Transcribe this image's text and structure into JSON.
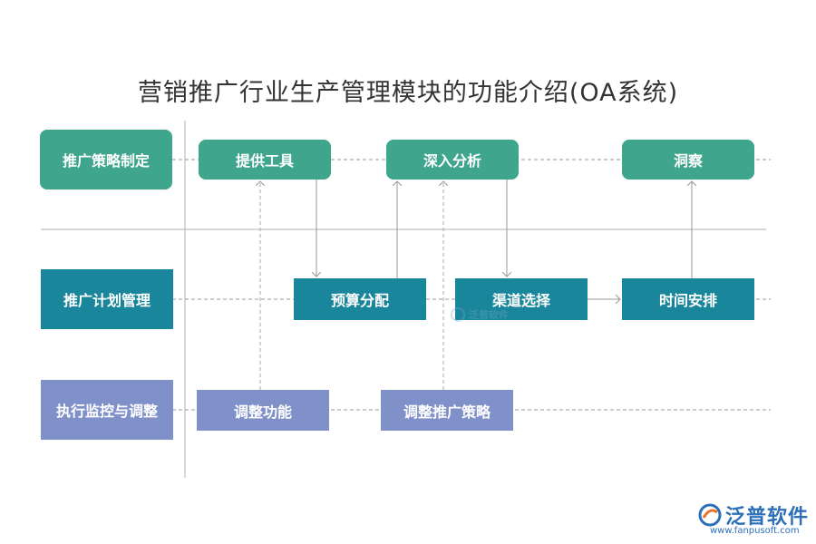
{
  "title": "营销推广行业生产管理模块的功能介绍(OA系统)",
  "rows": {
    "strategy": "推广策略制定",
    "plan": "推广计划管理",
    "monitor": "执行监控与调整"
  },
  "nodes": {
    "tools": "提供工具",
    "analysis": "深入分析",
    "insight": "洞察",
    "budget": "预算分配",
    "channel": "渠道选择",
    "schedule": "时间安排",
    "adjust_func": "调整功能",
    "adjust_strategy": "调整推广策略"
  },
  "watermark": "泛普软件",
  "logo": {
    "name": "泛普软件",
    "url": "www.fanpusoft.com"
  },
  "colors": {
    "green": "#3fa58c",
    "teal": "#1a869b",
    "purple": "#8090c8"
  }
}
